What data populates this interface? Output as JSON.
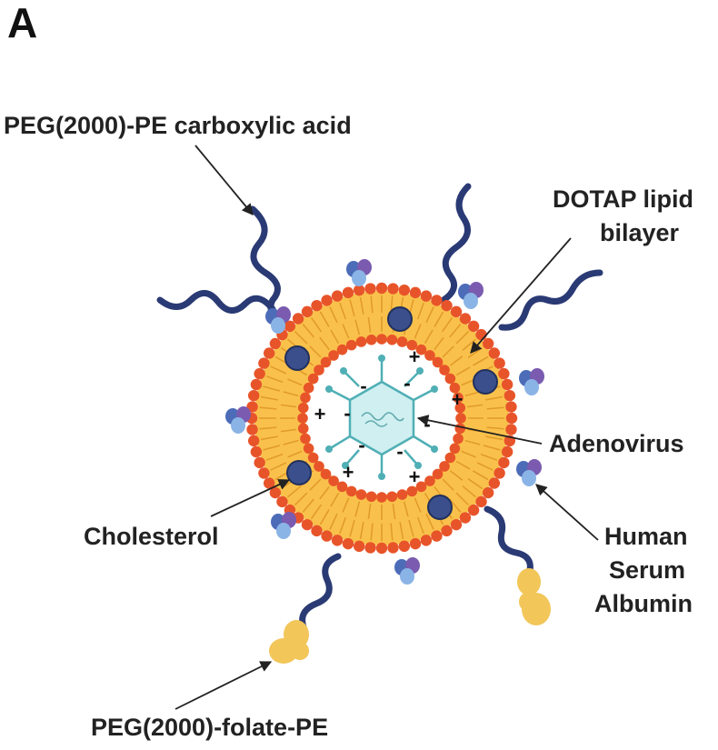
{
  "panel_letter": "A",
  "labels": {
    "peg_carboxylic": "PEG(2000)-PE carboxylic acid",
    "dotap_line1": "DOTAP lipid",
    "dotap_line2": "bilayer",
    "adenovirus": "Adenovirus",
    "cholesterol": "Cholesterol",
    "hsa_line1": "Human",
    "hsa_line2": "Serum",
    "hsa_line3": "Albumin",
    "peg_folate": "PEG(2000)-folate-PE"
  },
  "charges": {
    "plus": "+",
    "minus": "-"
  },
  "colors": {
    "lipid_head": "#E8542A",
    "lipid_tail": "#F6B83A",
    "peg_chain": "#2A3A74",
    "cholesterol": "#3B4F8C",
    "albumin_a": "#4C6CB8",
    "albumin_b": "#7A5BB0",
    "albumin_c": "#8BB4E6",
    "virus": "#5FC3C8",
    "folate": "#F2C659"
  }
}
